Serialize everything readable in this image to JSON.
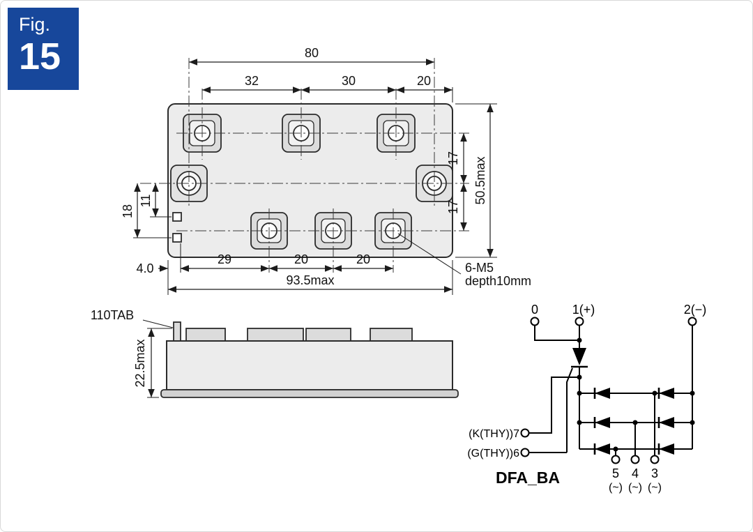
{
  "figure": {
    "label": "Fig.",
    "number": "15"
  },
  "top_view": {
    "dim_mount_pitch": "80",
    "dim_top_seg1": "32",
    "dim_top_seg2": "30",
    "dim_top_seg3": "20",
    "dim_right_upper": "17",
    "dim_right_lower": "17",
    "dim_height_overall": "50.5max",
    "dim_left_outer": "18",
    "dim_left_inner": "11",
    "dim_bottom_offset": "4.0",
    "dim_bottom_seg1": "29",
    "dim_bottom_seg2": "20",
    "dim_bottom_seg3": "20",
    "dim_width_overall": "93.5max",
    "screw_note_line1": "6-M5",
    "screw_note_line2": "depth10mm"
  },
  "side_view": {
    "tab_label": "110TAB",
    "dim_height": "22.5max"
  },
  "schematic": {
    "title": "DFA_BA",
    "terminal_0": "0",
    "terminal_1": "1(+)",
    "terminal_2": "2(−)",
    "terminal_7": "(K(THY))7",
    "terminal_6": "(G(THY))6",
    "terminal_5": "5",
    "terminal_4": "4",
    "terminal_3": "3",
    "ac_mark_5": "(~)",
    "ac_mark_4": "(~)",
    "ac_mark_3": "(~)"
  }
}
